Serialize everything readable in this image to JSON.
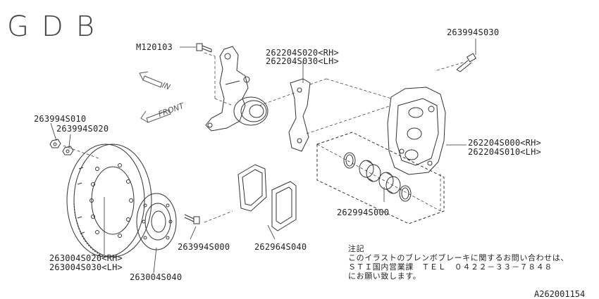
{
  "diagram": {
    "model_code": "GDB",
    "diagram_ref": "A262001154",
    "direction_labels": {
      "in": "IN",
      "front": "FRONT"
    },
    "parts": {
      "bolt_knuckle": "M120103",
      "bracket_rh": "262204S020<RH>",
      "bracket_lh": "262204S030<LH>",
      "caliper_bolt": "263994S030",
      "nut_1": "263994S010",
      "nut_2": "263994S020",
      "caliper_rh": "262204S000<RH>",
      "caliper_lh": "262204S010<LH>",
      "piston_kit": "262994S000",
      "disc_rh": "263004S020<RH>",
      "disc_lh": "263004S030<LH>",
      "hat_bolt": "263994S000",
      "pad_set": "262964S040",
      "disc_hat": "263004S040"
    },
    "note": {
      "heading": "注記",
      "line1": "このイラストのブレンボブレーキに関するお問い合わせは、",
      "line2": "ＳＴＩ国内営業課　ＴＥＬ　０４２２－３３－７８４８",
      "line3": "にお願い致します。"
    }
  }
}
